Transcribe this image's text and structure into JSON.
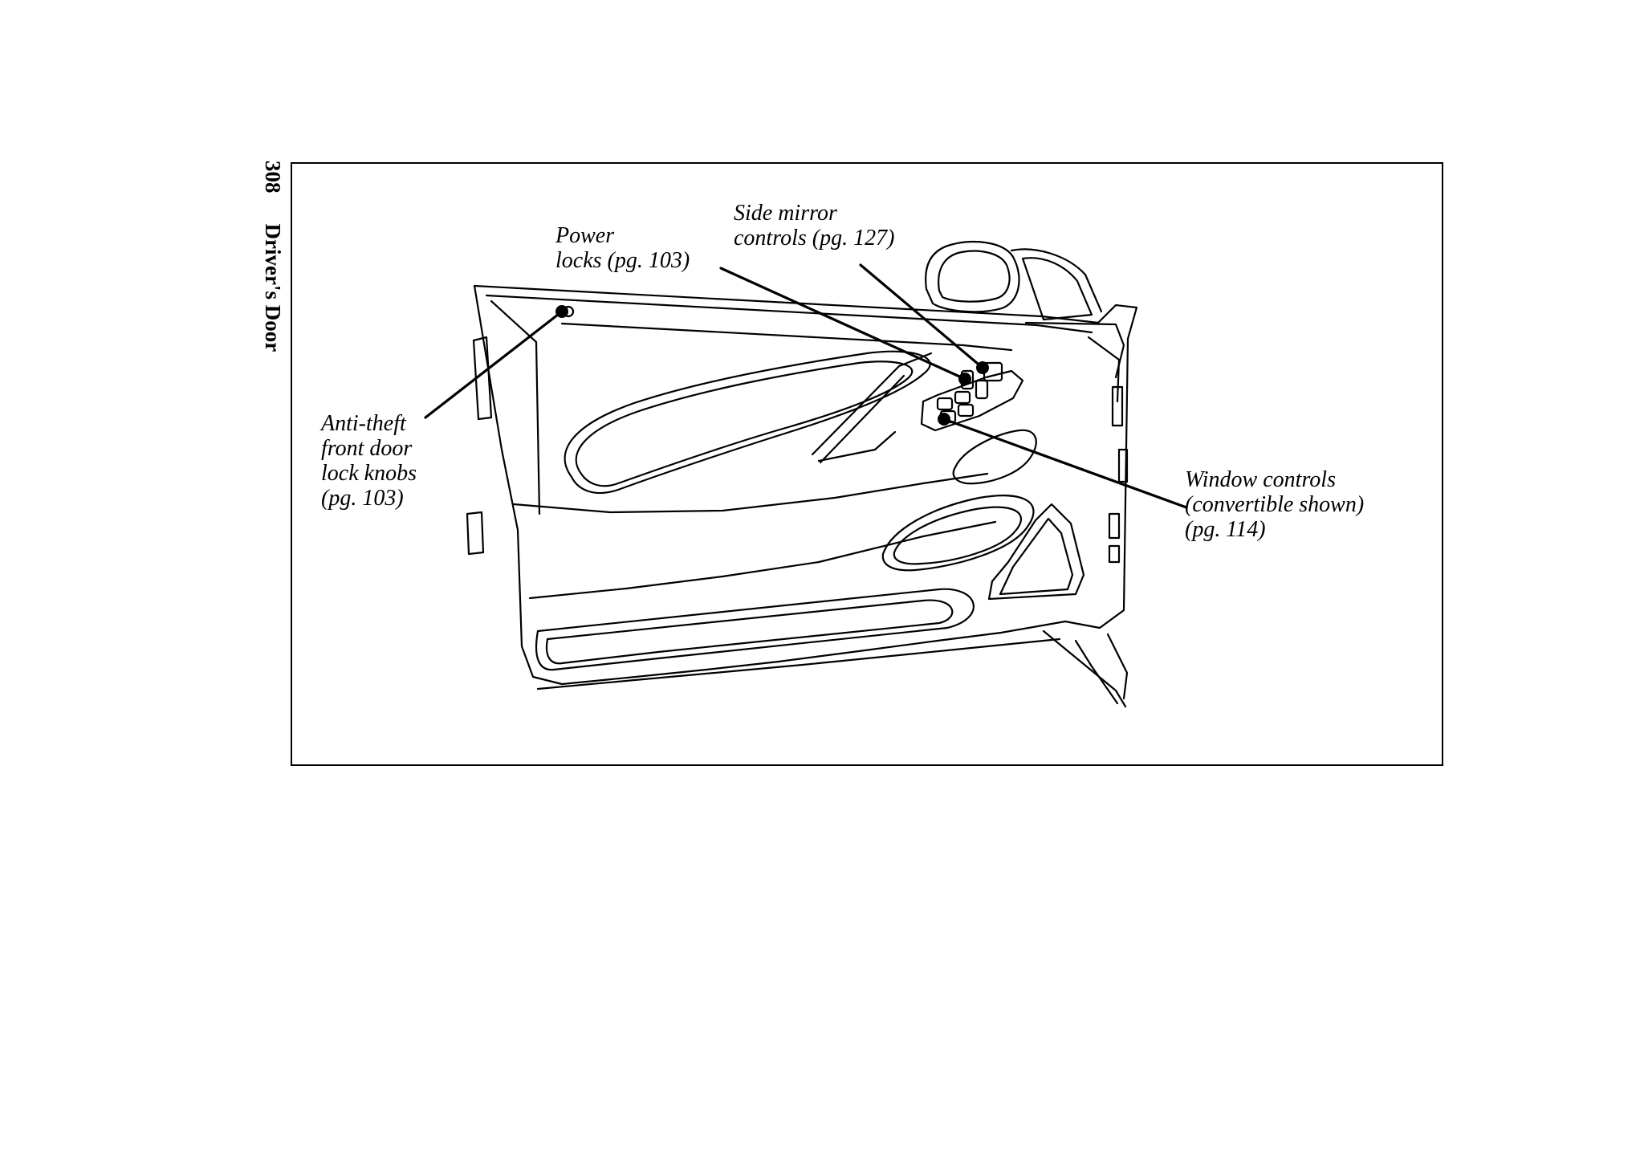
{
  "header": {
    "page_number": "308",
    "section_title": "Driver's Door"
  },
  "callouts": {
    "power_locks": [
      "Power",
      "locks (pg. 103)"
    ],
    "side_mirror": [
      "Side mirror",
      "controls (pg. 127)"
    ],
    "anti_theft": [
      "Anti-theft",
      "front door",
      "lock knobs",
      "(pg. 103)"
    ],
    "window_controls": [
      "Window controls",
      "(convertible shown)",
      "(pg. 114)"
    ]
  }
}
